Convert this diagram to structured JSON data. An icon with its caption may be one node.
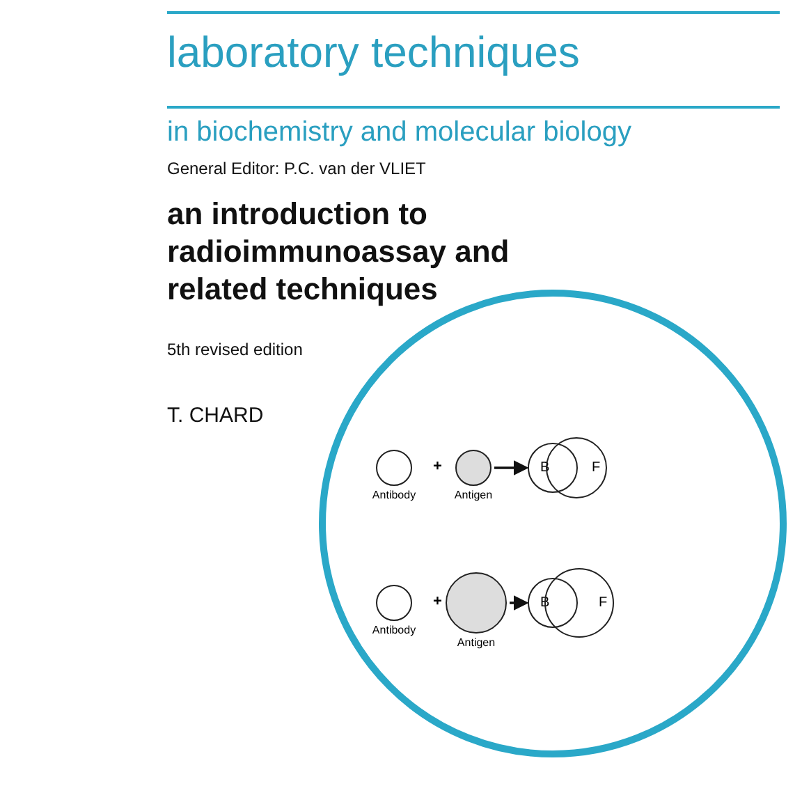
{
  "diagram": {
    "title": "an introduction to radioimmunoassay and related techniques",
    "nodes": [
      {
        "text": [],
        "shape": "circle"
      },
      {
        "text": [
          "Antibody"
        ],
        "in": 0
      },
      {
        "text": [
          "Antigen"
        ],
        "in": 0
      },
      {
        "text": [
          "B"
        ],
        "in": 0
      },
      {
        "text": [
          "F"
        ],
        "in": 0
      },
      {
        "text": [
          "Antibody"
        ],
        "in": 0
      },
      {
        "text": [
          "Antigen"
        ],
        "in": 0
      },
      {
        "text": [
          "B"
        ],
        "in": 0
      },
      {
        "text": [
          "F"
        ],
        "in": 0
      }
    ],
    "edges": [
      {
        "from": 2,
        "to": 3,
        "arrow": "to"
      },
      {
        "from": 6,
        "to": 7,
        "arrow": "to"
      }
    ],
    "labels": [
      "laboratory techniques",
      "in biochemistry and molecular biology",
      "General Editor: P.C. van der VLIET",
      "5th revised edition",
      "T. CHARD",
      "+",
      "+"
    ]
  }
}
